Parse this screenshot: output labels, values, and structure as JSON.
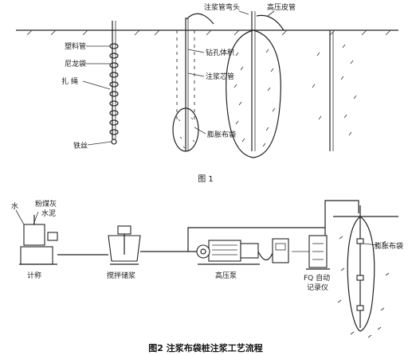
{
  "figure1": {
    "caption": "图 1",
    "labels": {
      "plastic_pipe": "塑料管",
      "nylon_bag": "尼龙袋",
      "tie": "扎 绳",
      "drill_hole_volume": "钻孔体积",
      "grout_core_pipe": "注浆芯管",
      "expansion_cloth_bag": "膨胀布袋",
      "iron_wire": "铁丝",
      "grout_elbow": "注浆管弯头",
      "hp_hose": "高压皮管"
    }
  },
  "figure2": {
    "caption": "图2 注浆布袋桩注浆工艺流程",
    "labels": {
      "water": "水",
      "expansion_agent": "粉煤灰",
      "cement": "水泥",
      "weigh": "计称",
      "mixing_bucket": "搅拌储浆",
      "hp_pump": "高压泵",
      "recorder_line1": "FQ 自动",
      "recorder_line2": "记录仪",
      "expansion_bag": "膨胀布袋"
    }
  }
}
